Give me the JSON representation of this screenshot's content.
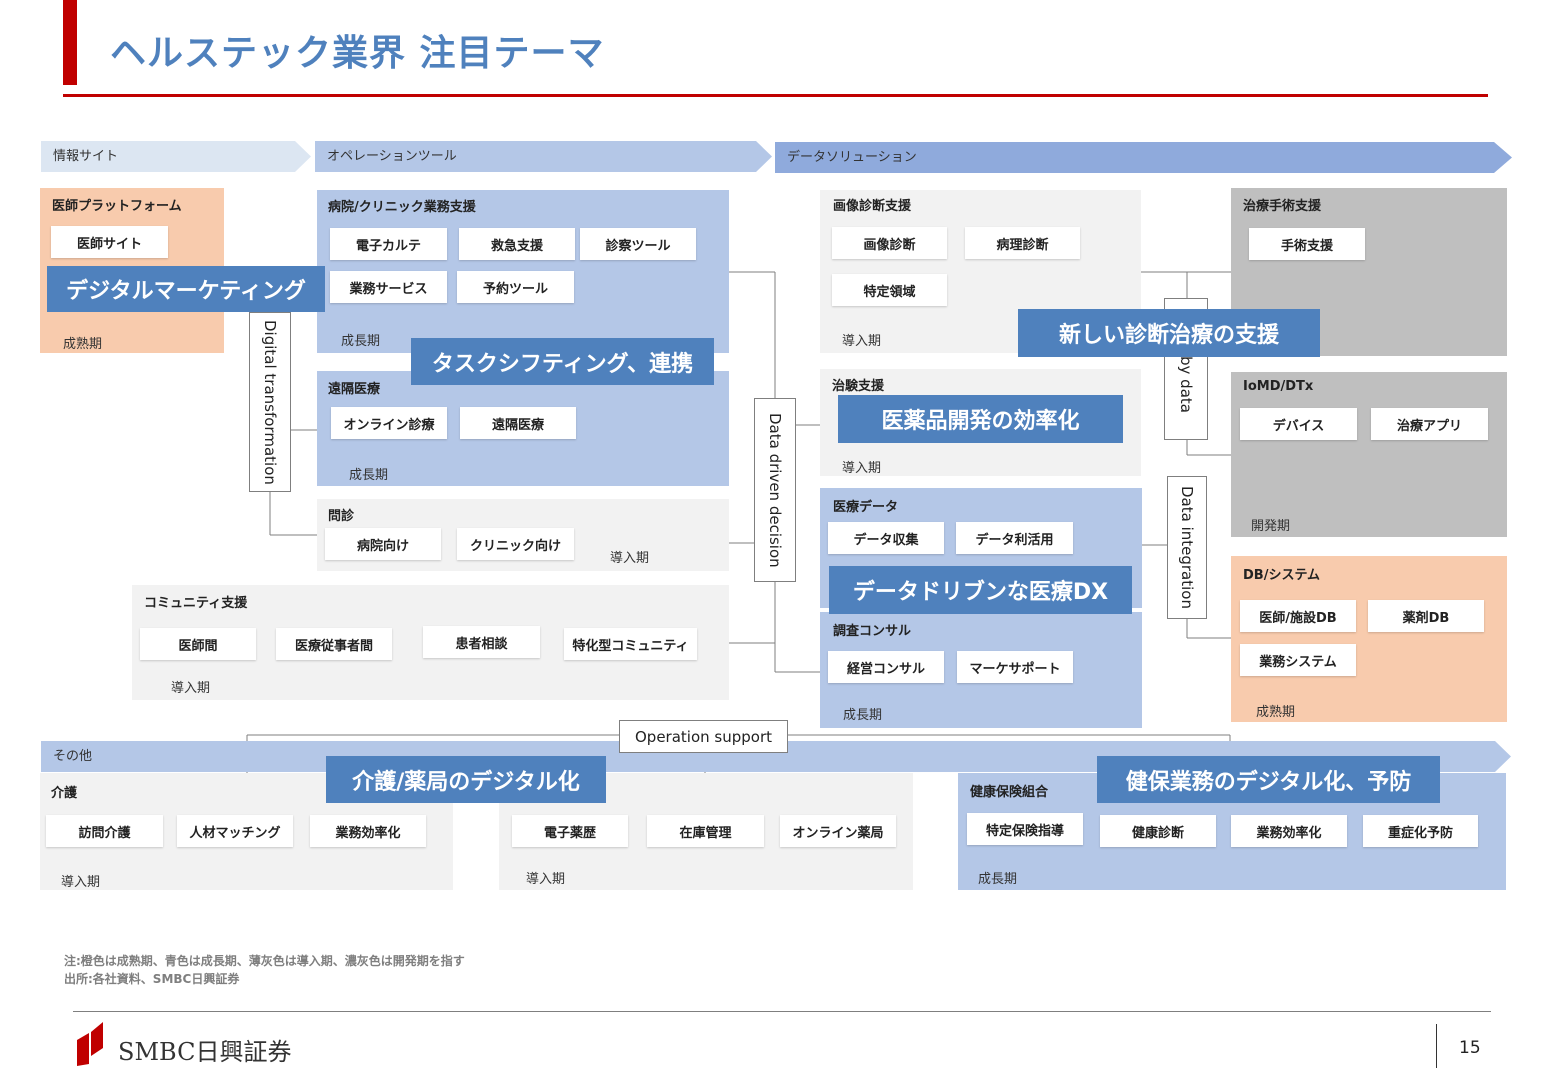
{
  "header": {
    "title": "ヘルステック業界 注目テーマ"
  },
  "bands": {
    "info": "情報サイト",
    "operation": "オペレーションツール",
    "data": "データソリューション",
    "other": "その他"
  },
  "groups": {
    "doctor_platform": {
      "title": "医師プラットフォーム",
      "stage": "成熟期",
      "items": [
        "医師サイト"
      ]
    },
    "hospital_ops": {
      "title": "病院/クリニック業務支援",
      "stage": "成長期",
      "items": [
        "電子カルテ",
        "救急支援",
        "診察ツール",
        "業務サービス",
        "予約ツール"
      ]
    },
    "remote": {
      "title": "遠隔医療",
      "stage": "成長期",
      "items": [
        "オンライン診療",
        "遠隔医療"
      ]
    },
    "interview": {
      "title": "問診",
      "stage": "導入期",
      "items": [
        "病院向け",
        "クリニック向け"
      ]
    },
    "community": {
      "title": "コミュニティ支援",
      "stage": "導入期",
      "items": [
        "医師間",
        "医療従事者間",
        "患者相談",
        "特化型コミュニティ"
      ]
    },
    "imaging": {
      "title": "画像診断支援",
      "stage": "導入期",
      "items": [
        "画像診断",
        "病理診断",
        "特定領域"
      ]
    },
    "trial": {
      "title": "治験支援",
      "stage": "導入期"
    },
    "medical_data": {
      "title": "医療データ",
      "items": [
        "データ収集",
        "データ利活用"
      ]
    },
    "survey": {
      "title": "調査コンサル",
      "stage": "成長期",
      "items": [
        "経営コンサル",
        "マーケサポート"
      ]
    },
    "surgery": {
      "title": "治療手術支援",
      "items": [
        "手術支援"
      ]
    },
    "iomd": {
      "title": "IoMD/DTx",
      "stage": "開発期",
      "items": [
        "デバイス",
        "治療アプリ"
      ]
    },
    "db": {
      "title": "DB/システム",
      "stage": "成熟期",
      "items": [
        "医師/施設DB",
        "薬剤DB",
        "業務システム"
      ]
    },
    "care": {
      "title": "介護",
      "stage": "導入期",
      "items": [
        "訪問介護",
        "人材マッチング",
        "業務効率化"
      ]
    },
    "pharmacy": {
      "stage": "導入期",
      "items": [
        "電子薬歴",
        "在庫管理",
        "オンライン薬局"
      ]
    },
    "insurance": {
      "title": "健康保険組合",
      "stage": "成長期",
      "items": [
        "特定保険指導",
        "健康診断",
        "業務効率化",
        "重症化予防"
      ]
    }
  },
  "callouts": {
    "digital_marketing": "デジタルマーケティング",
    "task_shifting": "タスクシフティング、連携",
    "new_diagnosis": "新しい診断治療の支援",
    "drug_dev": "医薬品開発の効率化",
    "data_driven_dx": "データドリブンな医療DX",
    "care_pharmacy": "介護/薬局のデジタル化",
    "insurance_digital": "健保業務のデジタル化、予防"
  },
  "labels": {
    "digital_transformation": "Digital transformation",
    "data_driven": "Data driven decision",
    "by_data": "by data",
    "data_integration": "Data integration",
    "operation_support": "Operation support"
  },
  "footer": {
    "note": "注:橙色は成熟期、青色は成長期、薄灰色は導入期、濃灰色は開発期を指す",
    "source": "出所:各社資料、SMBC日興証券",
    "brand": "SMBC日興証券",
    "page": "15"
  },
  "colors": {
    "accent": "#c00000",
    "title": "#4f81bd",
    "mature": "#f8cbad",
    "growth": "#b4c7e7",
    "intro": "#f2f2f2",
    "dev": "#bfbfbf"
  }
}
